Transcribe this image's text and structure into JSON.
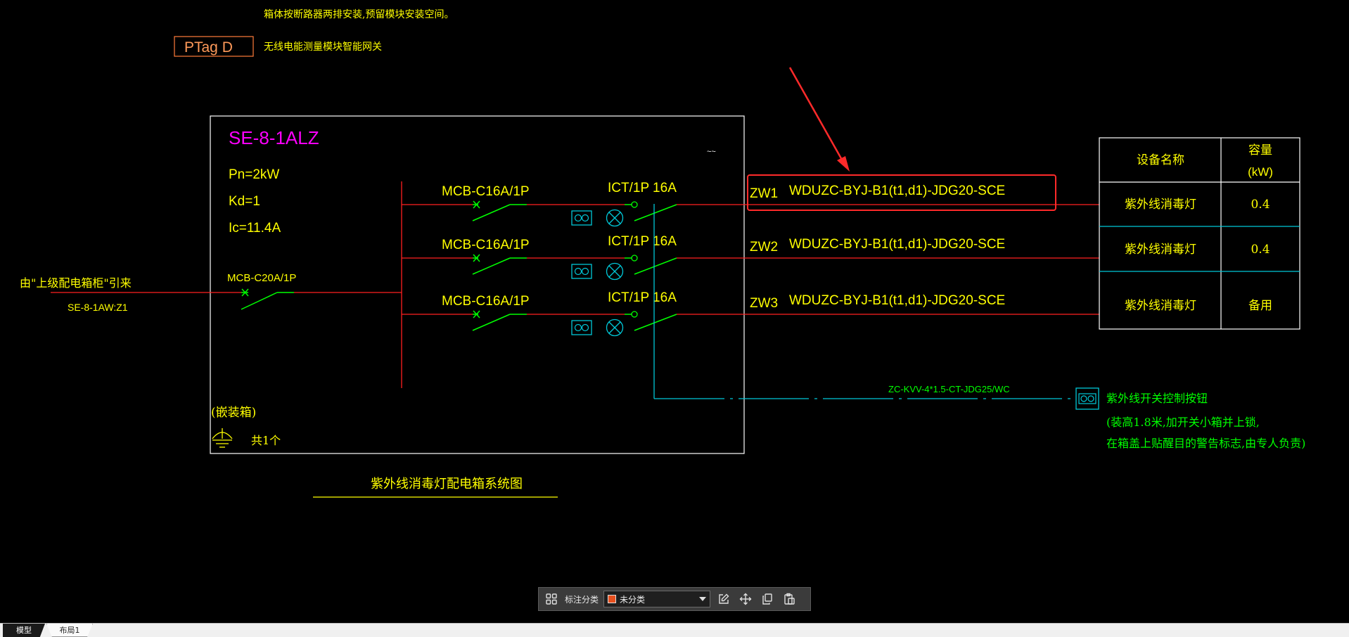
{
  "drawing": {
    "note_top": "箱体按断路器两排安装,预留模块安装空间。",
    "ptag_label": "PTag D",
    "ptag_desc": "无线电能测量模块智能网关",
    "box_name": "SE-8-1ALZ",
    "small_mark": "~~",
    "pn": "Pn=2kW",
    "kd": "Kd=1",
    "ic": "Ic=11.4A",
    "incoming_from": "由\"上级配电箱柜\"引来",
    "incoming_src": "SE-8-1AW:Z1",
    "main_breaker": "MCB-C20A/1P",
    "install_type": "(嵌装箱)",
    "quantity": "共1个",
    "diagram_title": "紫外线消毒灯配电箱系统图",
    "control_cable": "ZC-KVV-4*1.5-CT-JDG25/WC",
    "control_note_1": "紫外线开关控制按钮",
    "control_note_2": "(装高1.8米,加开关小箱并上锁,",
    "control_note_3": "在箱盖上贴醒目的警告标志,由专人负责)",
    "table_header_name": "设备名称",
    "table_header_cap_1": "容量",
    "table_header_cap_2": "(kW)",
    "circuits": [
      {
        "breaker": "MCB-C16A/1P",
        "contactor": "ICT/1P 16A",
        "id": "ZW1",
        "cable": "WDUZC-BYJ-B1(t1,d1)-JDG20-SCE",
        "device": "紫外线消毒灯",
        "capacity": "0.4"
      },
      {
        "breaker": "MCB-C16A/1P",
        "contactor": "ICT/1P 16A",
        "id": "ZW2",
        "cable": "WDUZC-BYJ-B1(t1,d1)-JDG20-SCE",
        "device": "紫外线消毒灯",
        "capacity": "0.4"
      },
      {
        "breaker": "MCB-C16A/1P",
        "contactor": "ICT/1P 16A",
        "id": "ZW3",
        "cable": "WDUZC-BYJ-B1(t1,d1)-JDG20-SCE",
        "device": "紫外线消毒灯",
        "capacity": "备用"
      }
    ]
  },
  "toolbar": {
    "category_label": "标注分类",
    "category_value": "未分类",
    "category_color": "#e8501e"
  },
  "tabs": [
    {
      "label": "模型",
      "active": true
    },
    {
      "label": "布局1",
      "active": false
    }
  ],
  "colors": {
    "yellow": "#ffff00",
    "magenta": "#ff00ff",
    "red": "#ff2020",
    "green": "#00ff00",
    "cyan": "#00c8d8",
    "white": "#ffffff",
    "highlight": "#ff2a2a"
  }
}
